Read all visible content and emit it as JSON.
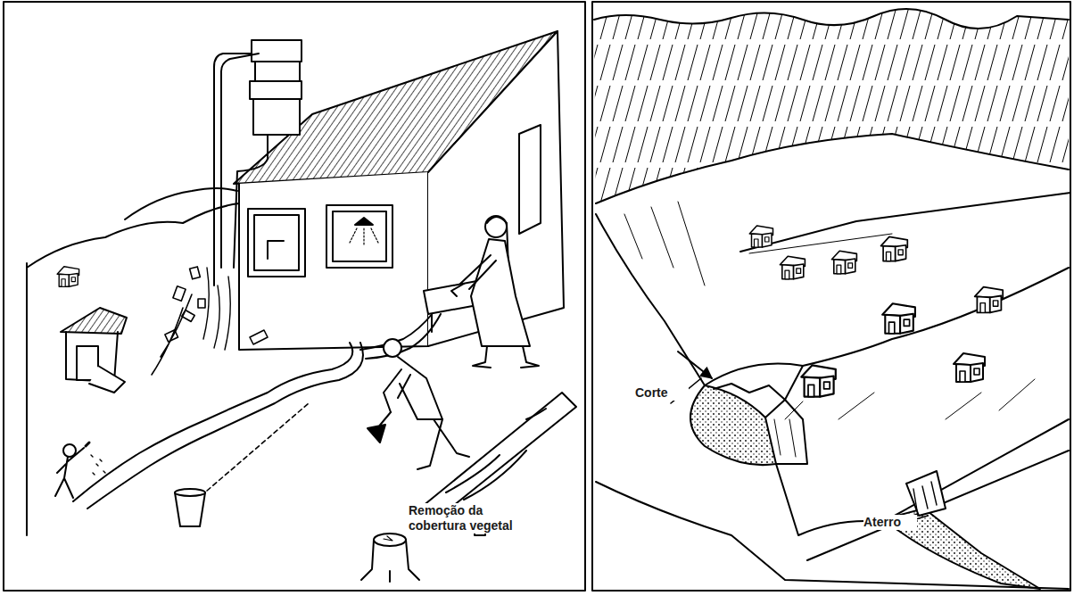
{
  "diagram": {
    "labels": [
      "Remoção da cobertura vegetal",
      "Corte",
      "Aterro"
    ]
  }
}
